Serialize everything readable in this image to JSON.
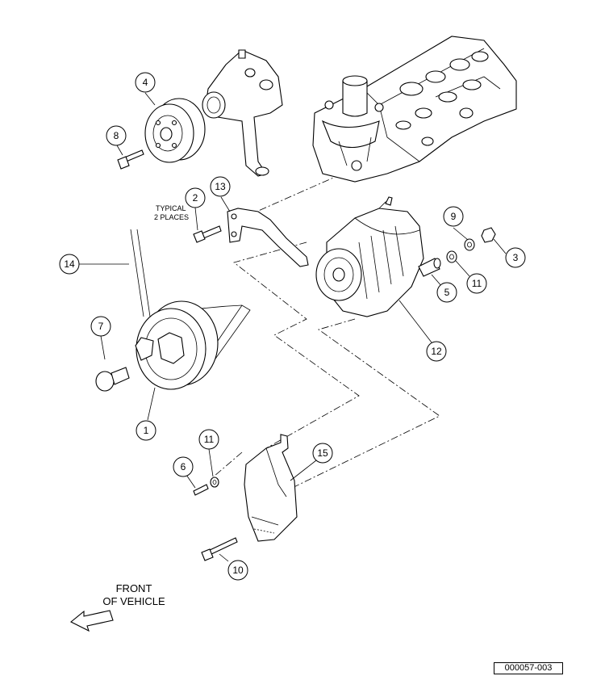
{
  "callouts": {
    "c1": "1",
    "c2": "2",
    "c3": "3",
    "c4": "4",
    "c5": "5",
    "c6": "6",
    "c7": "7",
    "c8": "8",
    "c9": "9",
    "c10": "10",
    "c11a": "11",
    "c11b": "11",
    "c12": "12",
    "c13": "13",
    "c14": "14",
    "c15": "15"
  },
  "notes": {
    "typical_line1": "TYPICAL",
    "typical_line2": "2 PLACES"
  },
  "orientation": {
    "line1": "FRONT",
    "line2": "OF VEHICLE"
  },
  "figure_id": "000057-003"
}
